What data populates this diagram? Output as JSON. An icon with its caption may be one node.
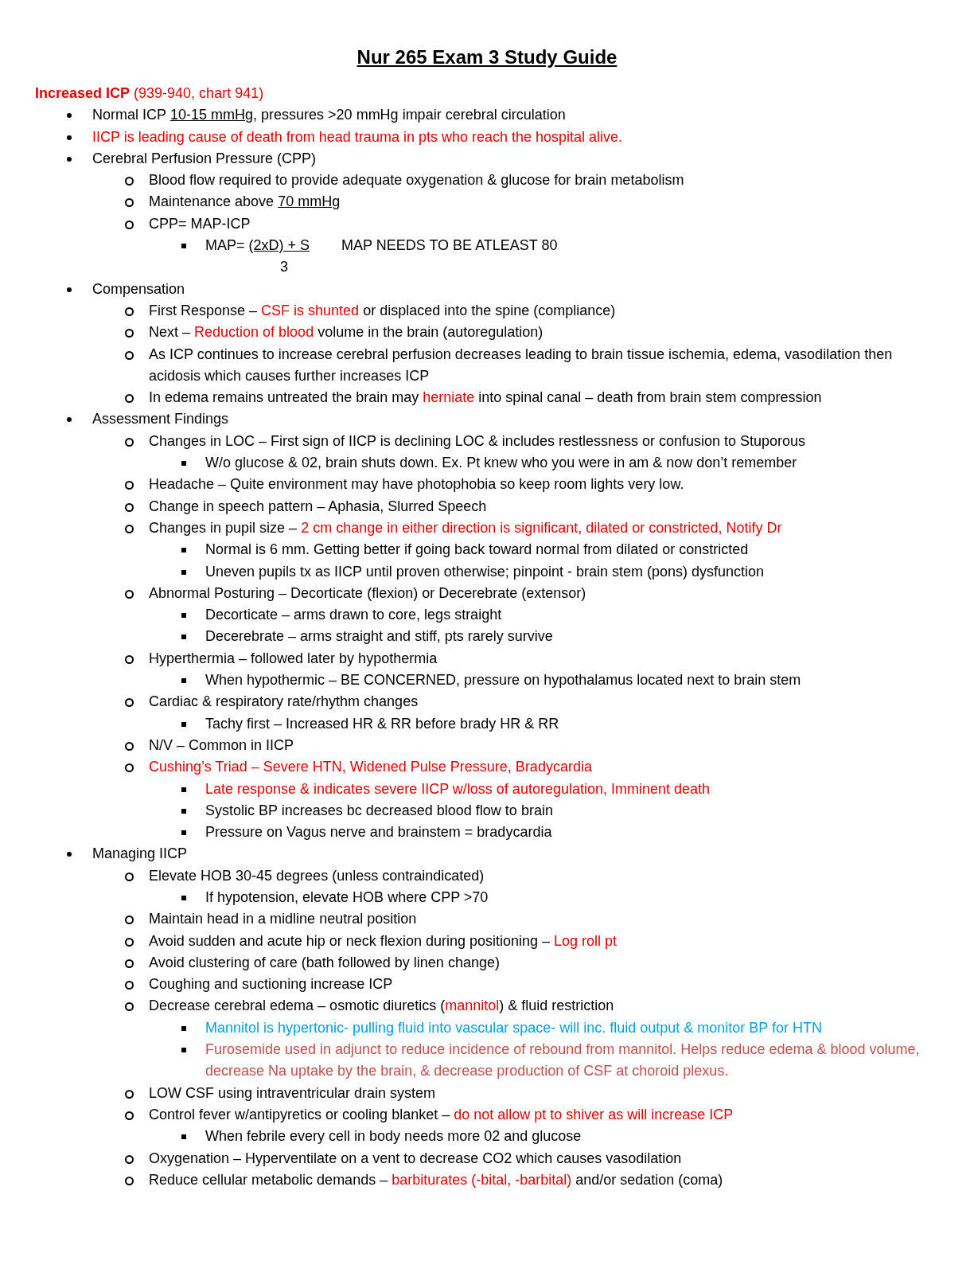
{
  "diagram": {
    "title": "Nur 265 Exam 3 Study Guide",
    "labels": [
      "Increased ICP",
      "(939-940, chart 941)",
      "Normal ICP",
      "10-15 mmHg",
      ", pressures >20 mmHg impair cerebral circulation",
      "IICP is leading cause of death from head trauma in pts who reach the hospital alive.",
      "Cerebral Perfusion Pressure (CPP)",
      "Blood flow required to provide adequate oxygenation & glucose for brain metabolism",
      "Maintenance above",
      "70 mmHg",
      "CPP= MAP-ICP",
      "MAP=",
      "(2xD) + S",
      "MAP NEEDS TO BE ATLEAST 80",
      "3",
      "Compensation",
      "First Response –",
      "CSF is shunted",
      "or displaced into the spine (compliance)",
      "Next –",
      "Reduction of blood",
      "volume in the brain (autoregulation)",
      "As ICP continues to increase cerebral perfusion decreases leading to brain tissue ischemia, edema, vasodilation then acidosis which causes further increases ICP",
      "In edema remains untreated the brain may",
      "herniate",
      "into spinal canal – death from brain stem compression",
      "Assessment Findings",
      "Changes in LOC – First sign of IICP is declining LOC & includes restlessness or confusion to Stuporous",
      "W/o glucose & 02, brain shuts down. Ex. Pt knew who you were in am & now don’t remember",
      "Headache – Quite environment may have photophobia so keep room lights very low.",
      "Change in speech pattern – Aphasia, Slurred Speech",
      "Changes in pupil size –",
      "2 cm change in either direction is significant, dilated or constricted, Notify Dr",
      "Normal is 6 mm. Getting better if going back toward normal from dilated or constricted",
      "Uneven pupils tx as IICP until proven otherwise;  pinpoint - brain stem (pons) dysfunction",
      "Abnormal Posturing – Decorticate (flexion) or Decerebrate (extensor)",
      "Decorticate – arms drawn to core, legs straight",
      "Decerebrate – arms straight and stiff, pts rarely survive",
      "Hyperthermia – followed later by hypothermia",
      "When hypothermic – BE CONCERNED,  pressure on hypothalamus located next to brain stem",
      "Cardiac & respiratory rate/rhythm changes",
      "Tachy first – Increased HR & RR before brady HR & RR",
      "N/V – Common in IICP",
      "Cushing’s Triad – Severe HTN, Widened Pulse Pressure, Bradycardia",
      "Late response & indicates severe IICP w/loss of autoregulation, Imminent death",
      "Systolic BP increases  bc decreased blood flow to brain",
      "Pressure on Vagus nerve and brainstem = bradycardia",
      "Managing IICP",
      "Elevate HOB 30-45 degrees (unless contraindicated)",
      "If hypotension, elevate HOB where CPP >70",
      "Maintain head in a midline neutral position",
      "Avoid sudden and acute hip or neck flexion during positioning –",
      "Log roll pt",
      "Avoid clustering of care (bath followed by linen change)",
      "Coughing and suctioning increase ICP",
      "Decrease cerebral edema – osmotic diuretics (",
      "mannitol",
      ") & fluid restriction",
      "Mannitol is hypertonic- pulling fluid into vascular space- will inc. fluid output & monitor BP for HTN",
      "Furosemide used in adjunct to reduce incidence of rebound from mannitol. Helps reduce edema & blood volume, decrease Na uptake by the brain, & decrease production of CSF at choroid plexus.",
      "LOW CSF using intraventricular drain system",
      "Control fever w/antipyretics or cooling blanket –",
      "do not allow pt to shiver as will increase ICP",
      "When febrile every cell in body needs more 02 and glucose",
      "Oxygenation – Hyperventilate on a vent to decrease CO2 which causes vasodilation",
      "Reduce cellular metabolic demands –",
      "barbiturates (-bital, -barbital)",
      "and/or sedation (coma)"
    ]
  }
}
